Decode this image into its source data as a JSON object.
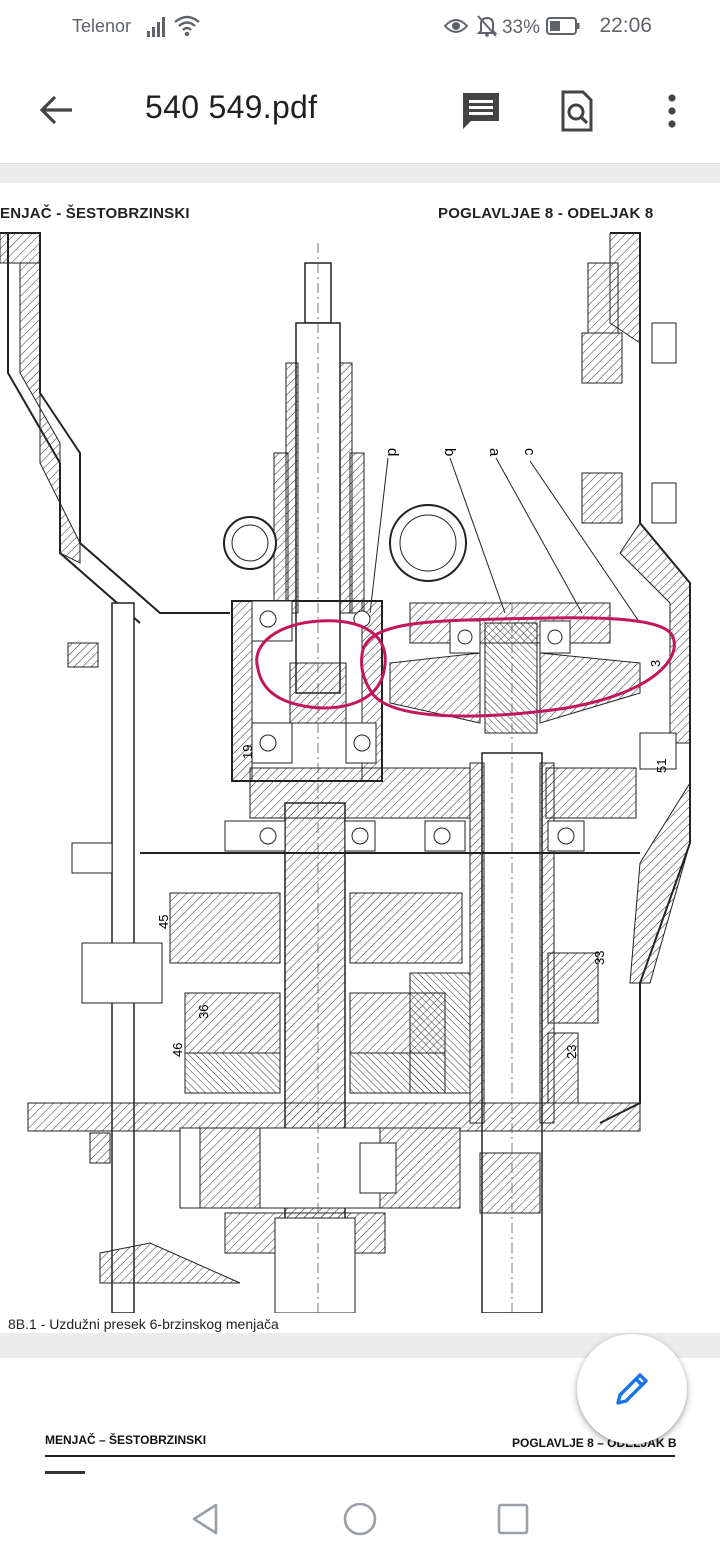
{
  "status_bar": {
    "carrier": "Telenor",
    "battery": "33%",
    "time": "22:06",
    "icons": [
      "signal-icon",
      "wifi-icon",
      "eye-icon",
      "bell-off-icon",
      "battery-icon"
    ]
  },
  "app_bar": {
    "title": "540 549.pdf",
    "icons": [
      "back-arrow-icon",
      "comment-icon",
      "find-in-page-icon",
      "more-vert-icon"
    ]
  },
  "page1": {
    "header_left": "ENJAČ - ŠESTOBRZINSKI",
    "header_right": "POGLAVLJAE 8 - ODELJAK 8",
    "caption": "8B.1 - Uzdužni presek 6-brzinskog menjača",
    "callouts": {
      "d": "d",
      "b": "b",
      "a": "a",
      "c": "c",
      "n19": "19",
      "n51": "51",
      "n45": "45",
      "n33": "33",
      "n36": "36",
      "n46": "46",
      "n23": "23",
      "n3": "3"
    },
    "annotation_color": "#c2185b"
  },
  "page2": {
    "header_left": "MENJAČ – ŠESTOBRZINSKI",
    "header_right": "POGLAVLJE 8 – ODELJAK B"
  },
  "fab": {
    "icon": "edit-pencil-icon",
    "color": "#1a73e8"
  },
  "nav_bar": {
    "icons": [
      "nav-back-icon",
      "nav-home-icon",
      "nav-recents-icon"
    ]
  }
}
